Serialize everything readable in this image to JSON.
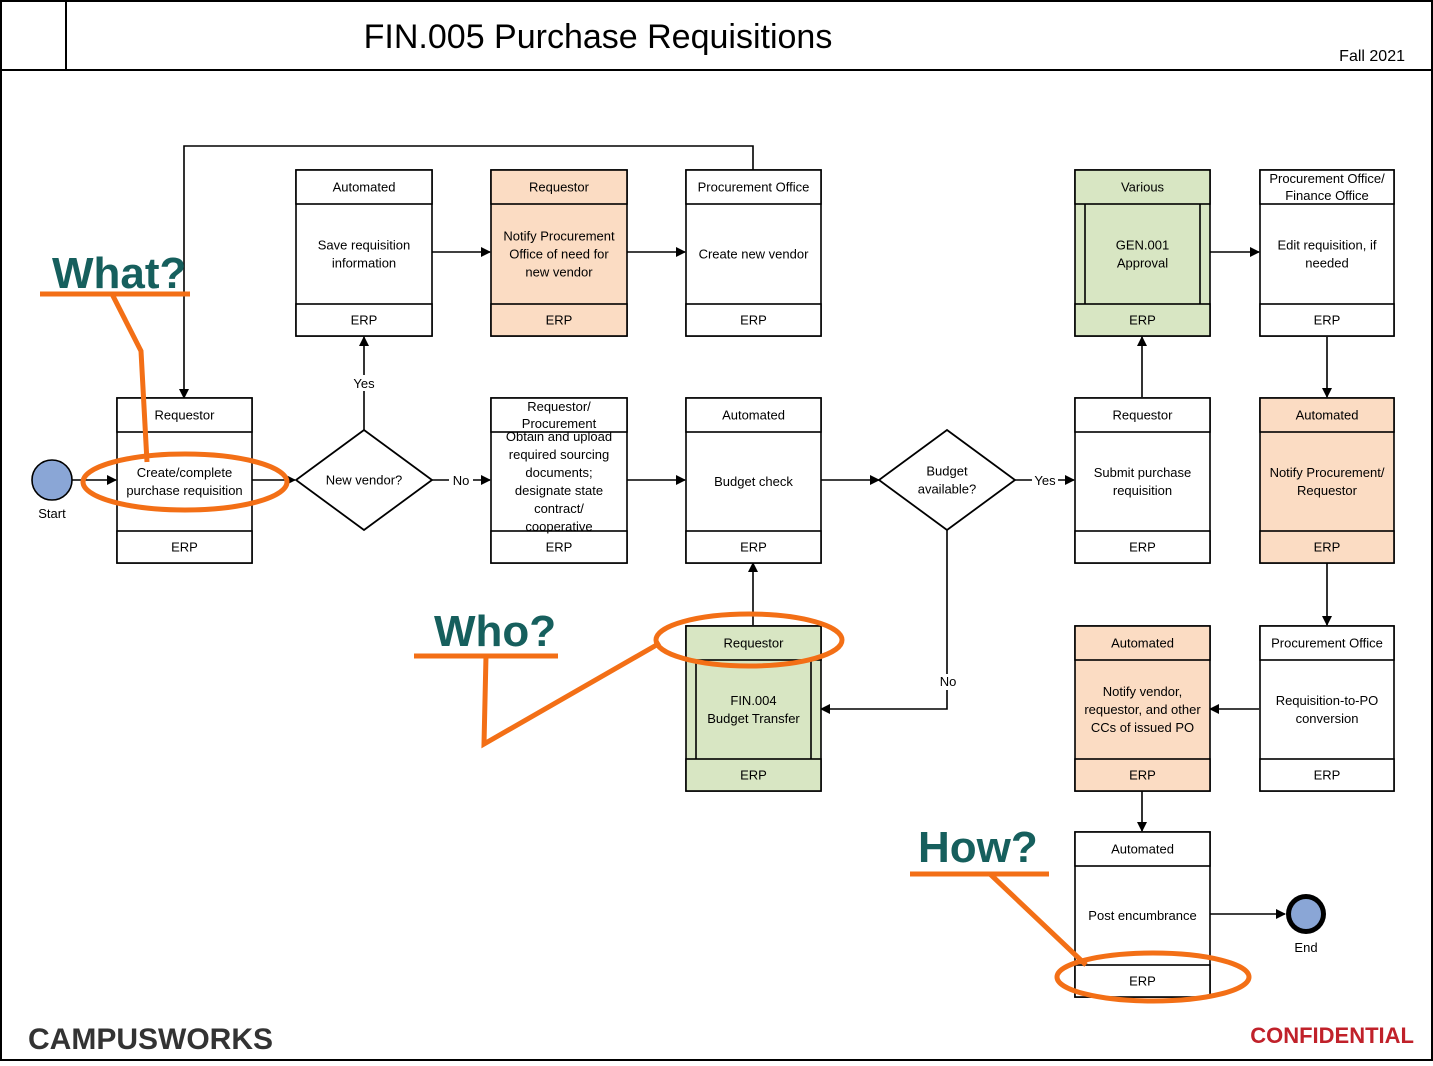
{
  "header": {
    "title": "FIN.005 Purchase Requisitions",
    "date": "Fall 2021"
  },
  "footer": {
    "logo_text": "CAMPUSWORKS",
    "confidential": "CONFIDENTIAL"
  },
  "colors": {
    "peach": "#fbdcc3",
    "green": "#d8e6c3",
    "event_fill": "#8aa6d6",
    "annotation_orange": "#f36f16",
    "annotation_teal": "#165f5d",
    "confidential_red": "#c0212a"
  },
  "events": {
    "start": "Start",
    "end": "End"
  },
  "tasks": {
    "save_req": {
      "role": "Automated",
      "text": [
        "Save requisition",
        "information"
      ],
      "system": "ERP"
    },
    "notify_vendor_need": {
      "role": "Requestor",
      "text": [
        "Notify Procurement",
        "Office of need for",
        "new vendor"
      ],
      "system": "ERP"
    },
    "create_vendor": {
      "role": "Procurement Office",
      "text": [
        "Create new vendor"
      ],
      "system": "ERP"
    },
    "approval": {
      "role": "Various",
      "text": [
        "GEN.001",
        "Approval"
      ],
      "system": "ERP"
    },
    "edit_req": {
      "role": [
        "Procurement Office/",
        "Finance Office"
      ],
      "text": [
        "Edit requisition, if",
        "needed"
      ],
      "system": "ERP"
    },
    "create_req": {
      "role": "Requestor",
      "text": [
        "Create/complete",
        "purchase requisition"
      ],
      "system": "ERP"
    },
    "upload_docs": {
      "role": [
        "Requestor/",
        "Procurement"
      ],
      "text": [
        "Obtain and upload",
        "required sourcing",
        "documents;",
        "designate state",
        "contract/",
        "cooperative"
      ],
      "system": "ERP"
    },
    "budget_check": {
      "role": "Automated",
      "text": [
        "Budget check"
      ],
      "system": "ERP"
    },
    "submit_req": {
      "role": "Requestor",
      "text": [
        "Submit purchase",
        "requisition"
      ],
      "system": "ERP"
    },
    "notify_proc": {
      "role": "Automated",
      "text": [
        "Notify Procurement/",
        "Requestor"
      ],
      "system": "ERP"
    },
    "budget_transfer": {
      "role": "Requestor",
      "text": [
        "FIN.004",
        "Budget Transfer"
      ],
      "system": "ERP"
    },
    "notify_po": {
      "role": "Automated",
      "text": [
        "Notify vendor,",
        "requestor, and other",
        "CCs of issued PO"
      ],
      "system": "ERP"
    },
    "req_to_po": {
      "role": "Procurement Office",
      "text": [
        "Requisition-to-PO",
        "conversion"
      ],
      "system": "ERP"
    },
    "post_enc": {
      "role": "Automated",
      "text": [
        "Post encumbrance"
      ],
      "system": "ERP"
    }
  },
  "decisions": {
    "new_vendor": [
      "New vendor?"
    ],
    "budget_available": [
      "Budget",
      "available?"
    ]
  },
  "edge_labels": {
    "yes1": "Yes",
    "no1": "No",
    "yes2": "Yes",
    "no2": "No"
  },
  "annotations": {
    "what": "What?",
    "who": "Who?",
    "how": "How?"
  }
}
